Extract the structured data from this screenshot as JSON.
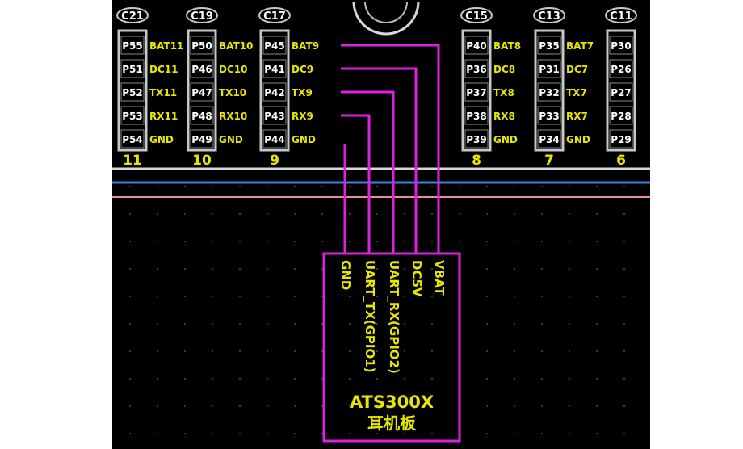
{
  "colors": {
    "background": "#000000",
    "silk": "#e6e600",
    "pad_frame": "#c8c8c8",
    "pad_fill": "#000000",
    "pad_text": "#ffffff",
    "wire": "#e020e0",
    "rail_white": "#d8d8d8",
    "rail_blue": "#3f7fe0",
    "rail_pink": "#e89090",
    "grid": "#3a3a3a"
  },
  "headers": [
    {
      "cap": "C21",
      "number": "11",
      "pins": [
        {
          "pad": "P55",
          "label": "BAT11"
        },
        {
          "pad": "P51",
          "label": "DC11"
        },
        {
          "pad": "P52",
          "label": "TX11"
        },
        {
          "pad": "P53",
          "label": "RX11"
        },
        {
          "pad": "P54",
          "label": "GND"
        }
      ]
    },
    {
      "cap": "C19",
      "number": "10",
      "pins": [
        {
          "pad": "P50",
          "label": "BAT10"
        },
        {
          "pad": "P46",
          "label": "DC10"
        },
        {
          "pad": "P47",
          "label": "TX10"
        },
        {
          "pad": "P48",
          "label": "RX10"
        },
        {
          "pad": "P49",
          "label": "GND"
        }
      ]
    },
    {
      "cap": "C17",
      "number": "9",
      "pins": [
        {
          "pad": "P45",
          "label": "BAT9"
        },
        {
          "pad": "P41",
          "label": "DC9"
        },
        {
          "pad": "P42",
          "label": "TX9"
        },
        {
          "pad": "P43",
          "label": "RX9"
        },
        {
          "pad": "P44",
          "label": "GND"
        }
      ]
    },
    {
      "cap": "C15",
      "number": "8",
      "pins": [
        {
          "pad": "P40",
          "label": "BAT8"
        },
        {
          "pad": "P36",
          "label": "DC8"
        },
        {
          "pad": "P37",
          "label": "TX8"
        },
        {
          "pad": "P38",
          "label": "RX8"
        },
        {
          "pad": "P39",
          "label": "GND"
        }
      ]
    },
    {
      "cap": "C13",
      "number": "7",
      "pins": [
        {
          "pad": "P35",
          "label": "BAT7"
        },
        {
          "pad": "P31",
          "label": "DC7"
        },
        {
          "pad": "P32",
          "label": "TX7"
        },
        {
          "pad": "P33",
          "label": "RX7"
        },
        {
          "pad": "P34",
          "label": "GND"
        }
      ]
    },
    {
      "cap": "C11",
      "number": "6",
      "pins": [
        {
          "pad": "P30",
          "label": ""
        },
        {
          "pad": "P26",
          "label": ""
        },
        {
          "pad": "P27",
          "label": ""
        },
        {
          "pad": "P28",
          "label": ""
        },
        {
          "pad": "P29",
          "label": ""
        }
      ]
    }
  ],
  "module": {
    "title": "ATS300X",
    "subtitle": "耳机板",
    "pins": [
      "GND",
      "UART_TX(GPIO1)",
      "UART_RX(GPIO2)",
      "DC5V",
      "VBAT"
    ]
  },
  "connections": [
    {
      "from": "BAT9",
      "to": "VBAT"
    },
    {
      "from": "DC9",
      "to": "DC5V"
    },
    {
      "from": "TX9",
      "to": "UART_RX(GPIO2)"
    },
    {
      "from": "RX9",
      "to": "UART_TX(GPIO1)"
    },
    {
      "from": "GND",
      "to": "GND"
    }
  ]
}
